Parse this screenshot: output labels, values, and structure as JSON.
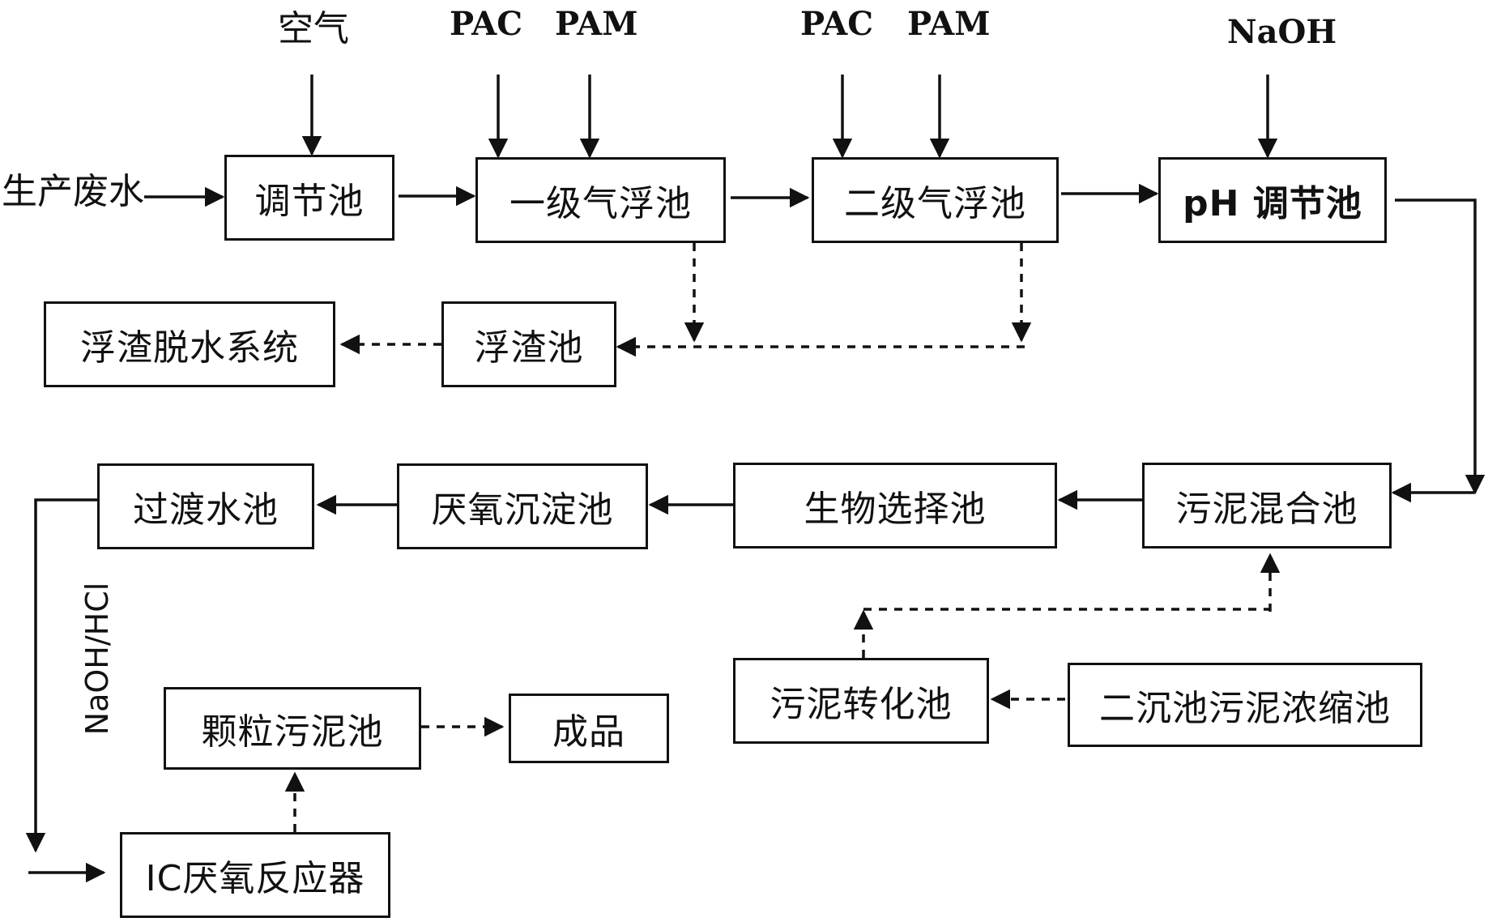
{
  "diagram": {
    "inputs": {
      "air": "空气",
      "pac1": "PAC",
      "pam1": "PAM",
      "pac2": "PAC",
      "pam2": "PAM",
      "naoh": "NaOH",
      "wastewater": "生产废水",
      "acid_base": "NaOH/HCl"
    },
    "nodes": {
      "regulating_tank": "调节池",
      "primary_flotation": "一级气浮池",
      "secondary_flotation": "二级气浮池",
      "ph_tank": "pH 调节池",
      "scum_tank": "浮渣池",
      "scum_dewatering": "浮渣脱水系统",
      "sludge_mixing": "污泥混合池",
      "bio_selection": "生物选择池",
      "anaerobic_settling": "厌氧沉淀池",
      "transition_tank": "过渡水池",
      "sludge_conversion": "污泥转化池",
      "secondary_sludge_thickener": "二沉池污泥浓缩池",
      "granular_sludge": "颗粒污泥池",
      "product": "成品",
      "ic_reactor": "IC厌氧反应器"
    }
  }
}
